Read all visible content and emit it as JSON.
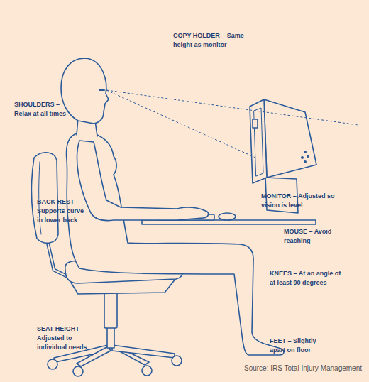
{
  "diagram": {
    "labels": [
      "COPY HOLDER – Same height as monitor",
      "SHOULDERS – Relax at all times",
      "MONITOR – Adjusted so vision is level",
      "BACK REST – Supports curve in lower back",
      "MOUSE – Avoid reaching",
      "KNEES – At an angle of at least 90 degrees",
      "SEAT HEIGHT – Adjusted to individual needs",
      "FEET – Slightly apart on floor",
      "Source: IRS Total Injury Management"
    ]
  }
}
